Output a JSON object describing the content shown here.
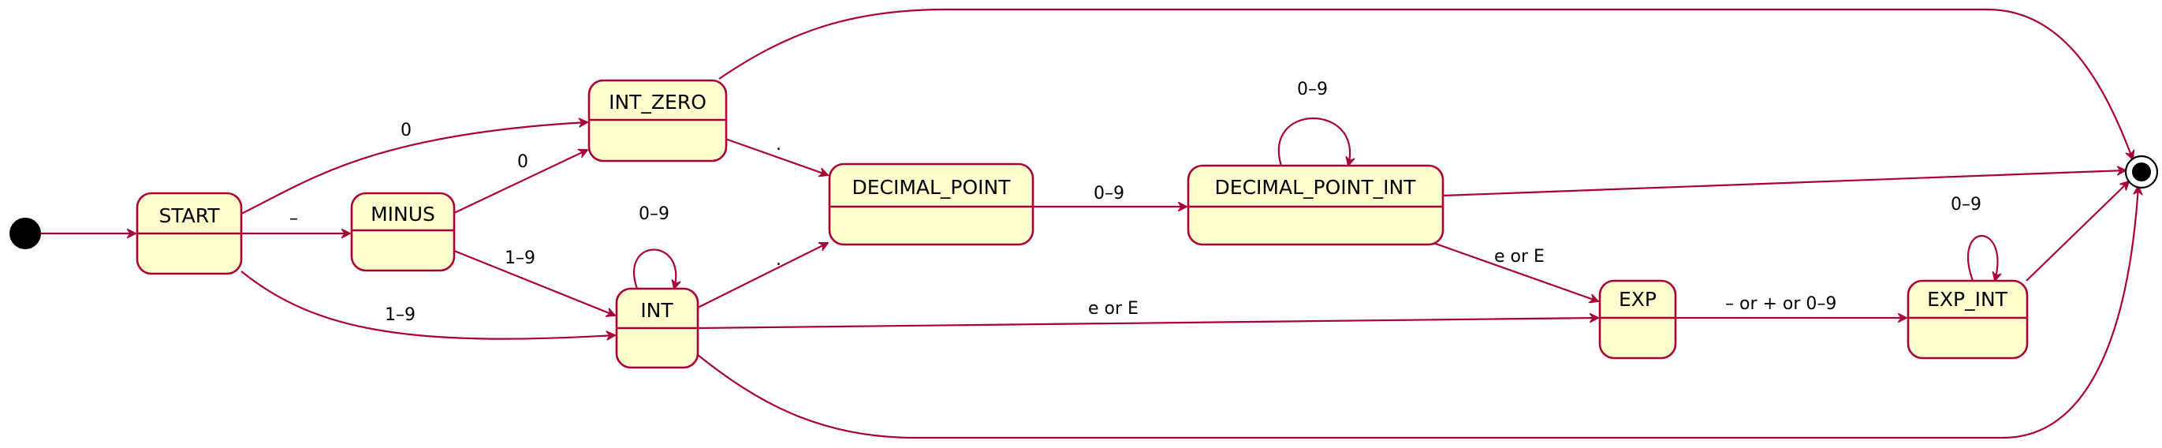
{
  "diagram": {
    "states": {
      "start": "START",
      "minus": "MINUS",
      "int_zero": "INT_ZERO",
      "int": "INT",
      "decimal_point": "DECIMAL_POINT",
      "decimal_point_int": "DECIMAL_POINT_INT",
      "exp": "EXP",
      "exp_int": "EXP_INT"
    },
    "transitions": {
      "start_to_int_zero": "0",
      "start_to_minus": "–",
      "start_to_int": "1–9",
      "minus_to_int_zero": "0",
      "minus_to_int": "1–9",
      "int_loop": "0–9",
      "int_zero_to_decimal_point": ".",
      "int_to_decimal_point": ".",
      "decimal_point_to_decimal_point_int": "0–9",
      "decimal_point_int_loop": "0–9",
      "decimal_point_int_to_exp": "e or E",
      "int_to_exp": "e or E",
      "exp_to_exp_int": "– or + or 0–9",
      "exp_int_loop": "0–9"
    }
  }
}
